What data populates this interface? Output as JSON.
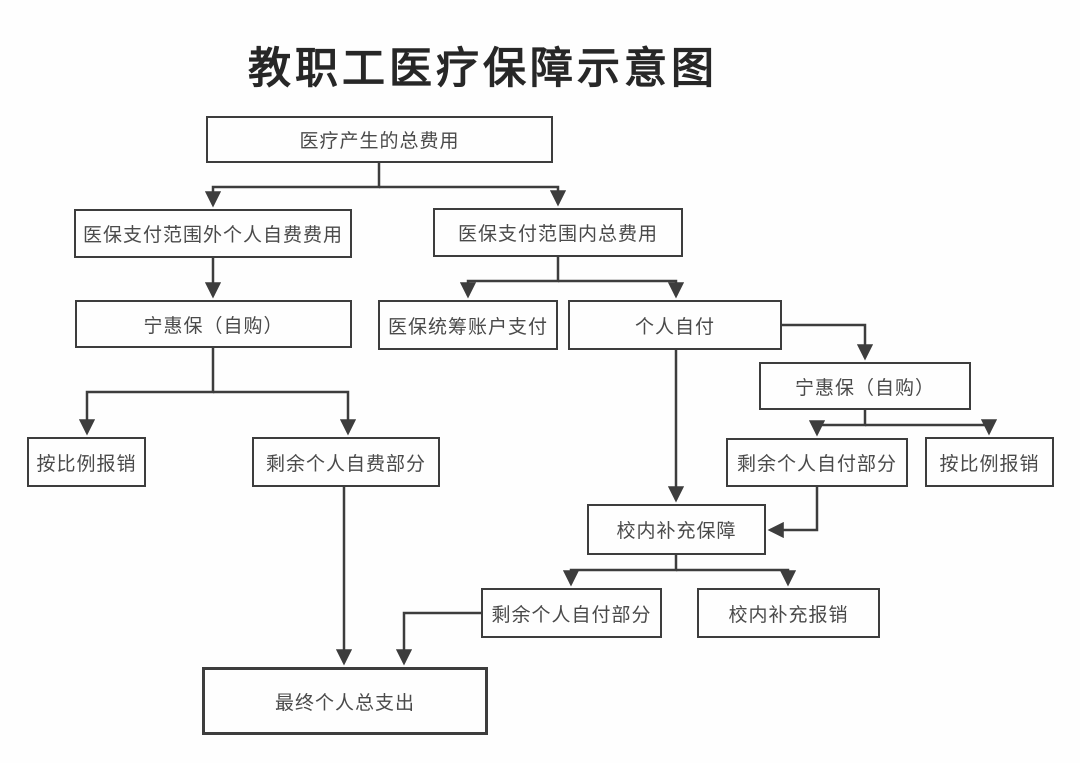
{
  "title": "教职工医疗保障示意图",
  "diagram": {
    "type": "flowchart",
    "nodes": {
      "total_cost": "医疗产生的总费用",
      "out_of_scope": "医保支付范围外个人自费费用",
      "in_scope": "医保支付范围内总费用",
      "ninghuibao_left": "宁惠保（自购）",
      "pooled_account": "医保统筹账户支付",
      "personal_pay": "个人自付",
      "ninghuibao_right": "宁惠保（自购）",
      "proportional_left": "按比例报销",
      "remaining_self_expense": "剩余个人自费部分",
      "remaining_personal_right": "剩余个人自付部分",
      "proportional_right": "按比例报销",
      "campus_supplement": "校内补充保障",
      "remaining_personal_bottom": "剩余个人自付部分",
      "campus_reimburse": "校内补充报销",
      "final_total": "最终个人总支出"
    },
    "edges": [
      {
        "from": "total_cost",
        "to": "out_of_scope"
      },
      {
        "from": "total_cost",
        "to": "in_scope"
      },
      {
        "from": "out_of_scope",
        "to": "ninghuibao_left"
      },
      {
        "from": "in_scope",
        "to": "pooled_account"
      },
      {
        "from": "in_scope",
        "to": "personal_pay"
      },
      {
        "from": "ninghuibao_left",
        "to": "proportional_left"
      },
      {
        "from": "ninghuibao_left",
        "to": "remaining_self_expense"
      },
      {
        "from": "personal_pay",
        "to": "ninghuibao_right"
      },
      {
        "from": "personal_pay",
        "to": "campus_supplement"
      },
      {
        "from": "ninghuibao_right",
        "to": "remaining_personal_right"
      },
      {
        "from": "ninghuibao_right",
        "to": "proportional_right"
      },
      {
        "from": "remaining_personal_right",
        "to": "campus_supplement"
      },
      {
        "from": "campus_supplement",
        "to": "remaining_personal_bottom"
      },
      {
        "from": "campus_supplement",
        "to": "campus_reimburse"
      },
      {
        "from": "remaining_self_expense",
        "to": "final_total"
      },
      {
        "from": "remaining_personal_bottom",
        "to": "final_total"
      }
    ],
    "colors": {
      "line": "#3d3d3d",
      "box_border": "#3d3d3d",
      "box_text": "#4a4a4a",
      "title_text": "#272727",
      "background": "#fefefe"
    }
  }
}
